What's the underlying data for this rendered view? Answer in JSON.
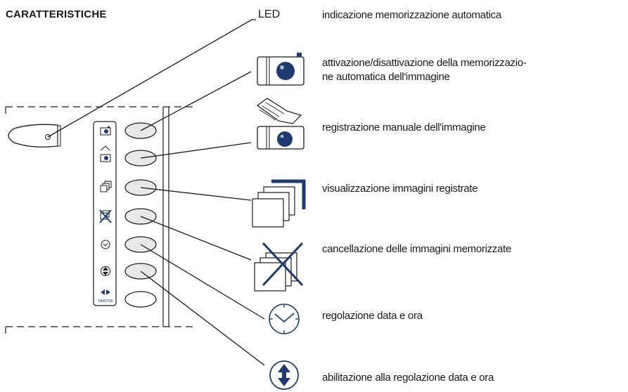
{
  "title": "CARATTERISTICHE",
  "led_label": "LED",
  "brand": "FARFISA",
  "descriptions": [
    {
      "lines": [
        "indicazione memorizzazione automatica"
      ],
      "icon": "camera-icon"
    },
    {
      "lines": [
        "attivazione/disattivazione della memorizzazio-",
        "ne automatica dell'immagine"
      ],
      "icon": "camera-icon"
    },
    {
      "lines": [
        "registrazione manuale dell'immagine"
      ],
      "icon": "hand-camera-icon"
    },
    {
      "lines": [
        "visualizzazione immagini registrate"
      ],
      "icon": "stacked-images-icon"
    },
    {
      "lines": [
        "cancellazione delle immagini memorizzate"
      ],
      "icon": "crossed-images-icon"
    },
    {
      "lines": [
        "regolazione data e ora"
      ],
      "icon": "clock-icon"
    },
    {
      "lines": [
        "abilitazione alla regolazione data e ora"
      ],
      "icon": "up-down-arrows-icon"
    }
  ],
  "colors": {
    "accent": "#1e3a6e",
    "line": "#1a1a1a"
  }
}
